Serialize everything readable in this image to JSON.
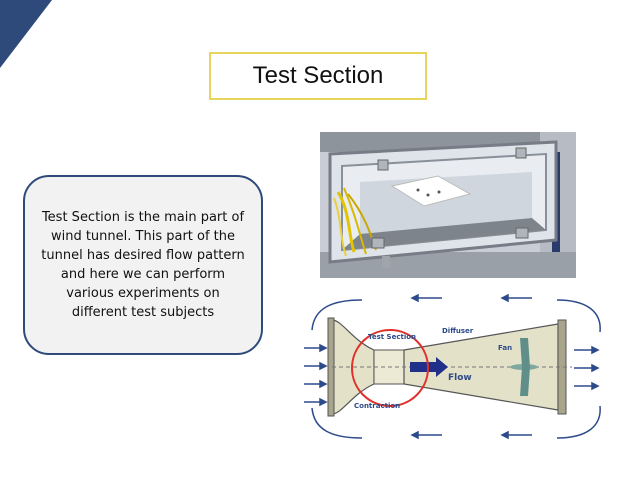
{
  "title": "Test Section",
  "description": "Test Section is the main part of wind tunnel. This part of the tunnel has desired flow pattern and here we can perform various experiments on different test subjects",
  "diagram": {
    "labels": {
      "test_section": "Test Section",
      "diffuser": "Diffuser",
      "fan": "Fan",
      "flow": "Flow",
      "contraction": "Contraction"
    }
  },
  "colors": {
    "accent_corner": "#2e4a7a",
    "title_border": "#e6d55a",
    "textbox_border": "#2e4a7a",
    "textbox_fill": "#f2f2f2",
    "highlight_circle": "#e0302a",
    "flow_arrow": "#1f2f8a"
  },
  "images": {
    "photo": "wind-tunnel-test-section-photo",
    "diagram": "wind-tunnel-schematic-diagram"
  }
}
